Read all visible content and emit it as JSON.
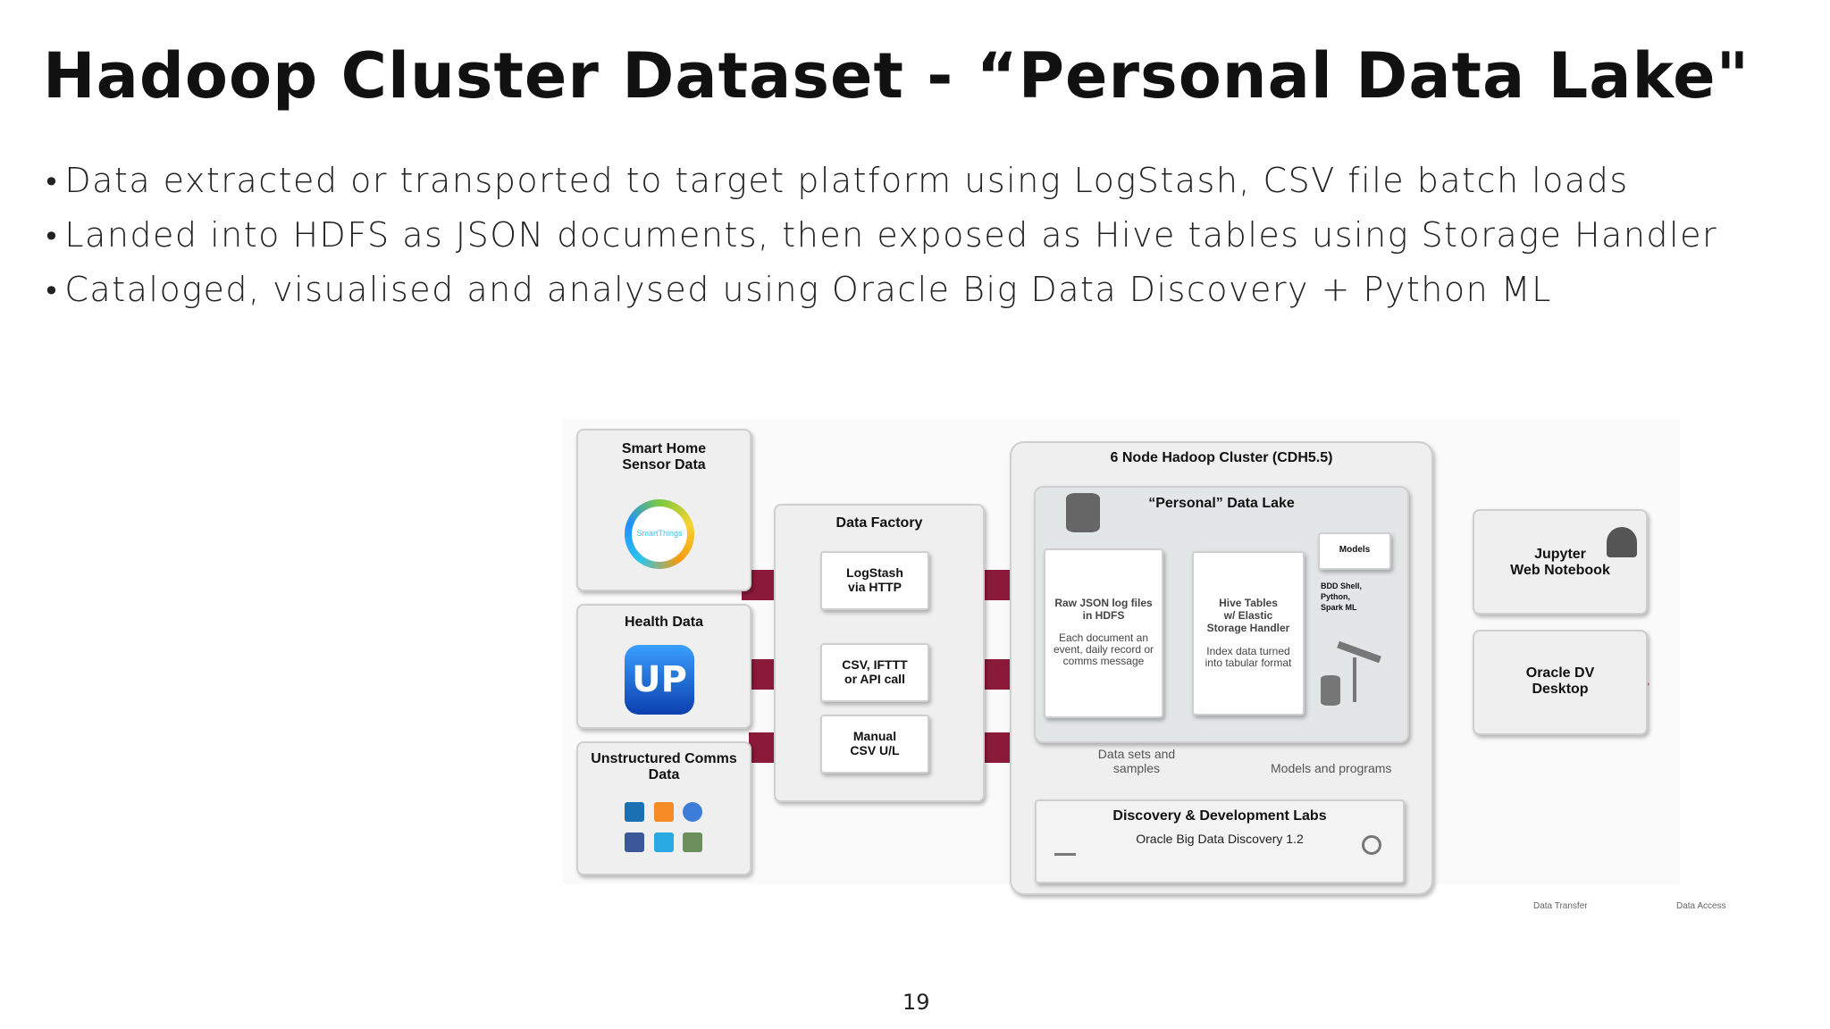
{
  "slide": {
    "title": "Hadoop Cluster Dataset - “Personal Data Lake\"",
    "bullets": [
      "Data extracted or transported to target platform using LogStash, CSV file batch loads",
      "Landed into HDFS as JSON documents, then exposed as Hive tables using Storage Handler",
      "Cataloged, visualised and analysed using Oracle Big Data Discovery + Python ML"
    ],
    "page_number": "19"
  },
  "diagram": {
    "sources": {
      "smart_home": {
        "title": "Smart Home\nSensor Data",
        "logo_text": "SmartThings"
      },
      "health": {
        "title": "Health Data",
        "logo_text": "UP"
      },
      "comms": {
        "title": "Unstructured Comms\nData"
      }
    },
    "data_factory": {
      "title": "Data Factory",
      "logstash": "LogStash\nvia HTTP",
      "csv": "CSV, IFTTT\nor API call",
      "manual": "Manual\nCSV U/L"
    },
    "cluster": {
      "title": "6 Node Hadoop Cluster (CDH5.5)",
      "lake_title": "“Personal” Data Lake",
      "raw_title": "Raw JSON log files\nin HDFS",
      "raw_desc": "Each document an\nevent, daily record or\ncomms message",
      "hive_title": "Hive Tables\nw/ Elastic\nStorage Handler",
      "hive_desc": "Index data turned\ninto tabular format",
      "models": "Models",
      "models_list": "BDD Shell,\nPython,\nSpark ML",
      "datasets_label": "Data sets and\nsamples",
      "models_programs_label": "Models and programs",
      "labs_title": "Discovery & Development Labs",
      "labs_subtitle": "Oracle Big Data Discovery 1.2"
    },
    "consumers": {
      "jupyter": "Jupyter\nWeb Notebook",
      "oracle_dv": "Oracle DV\nDesktop"
    },
    "legend": {
      "transfer": "Data Transfer",
      "access": "Data Access"
    },
    "colors": {
      "transfer": "#8b1a3a",
      "access": "#f06060",
      "box_fill": "#efefef",
      "box_border": "#cfcfcf"
    }
  }
}
